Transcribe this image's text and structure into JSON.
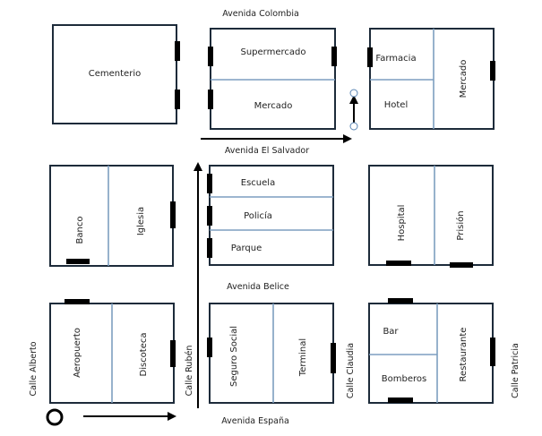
{
  "streets": {
    "avenida_colombia": "Avenida Colombia",
    "avenida_el_salvador": "Avenida El Salvador",
    "avenida_belice": "Avenida Belice",
    "avenida_espana": "Avenida España",
    "calle_alberto": "Calle Alberto",
    "calle_ruben": "Calle Rubén",
    "calle_claudia": "Calle Claudia",
    "calle_patricia": "Calle Patricia"
  },
  "places": {
    "cementerio": "Cementerio",
    "supermercado": "Supermercado",
    "mercado_central": "Mercado",
    "farmacia": "Farmacia",
    "hotel": "Hotel",
    "mercado_right": "Mercado",
    "banco": "Banco",
    "iglesia": "Iglesia",
    "escuela": "Escuela",
    "policia": "Policía",
    "parque": "Parque",
    "hospital": "Hospital",
    "prision": "Prisión",
    "aeropuerto": "Aeropuerto",
    "discoteca": "Discoteca",
    "seguro_social": "Seguro Social",
    "terminal": "Terminal",
    "bar": "Bar",
    "bomberos": "Bomberos",
    "restaurante": "Restaurante"
  },
  "colors": {
    "outline": "#1d2b3a",
    "divider": "#7d9ec0",
    "door": "#000000",
    "arrow": "#000000"
  },
  "icons": [
    "start-circle-icon",
    "route-arrow-icon",
    "door-marker-icon"
  ]
}
